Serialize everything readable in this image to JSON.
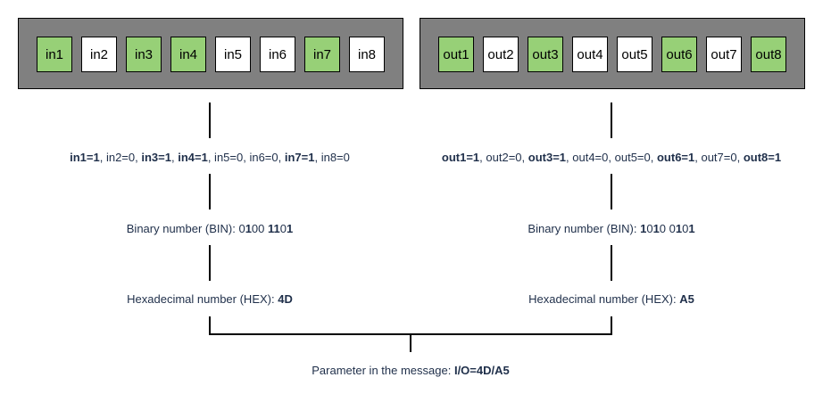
{
  "inputs": {
    "cells": [
      {
        "label": "in1",
        "value": 1
      },
      {
        "label": "in2",
        "value": 0
      },
      {
        "label": "in3",
        "value": 1
      },
      {
        "label": "in4",
        "value": 1
      },
      {
        "label": "in5",
        "value": 0
      },
      {
        "label": "in6",
        "value": 0
      },
      {
        "label": "in7",
        "value": 1
      },
      {
        "label": "in8",
        "value": 0
      }
    ],
    "bin_label": "Binary number (BIN): ",
    "bin_value": "0100 1101",
    "hex_label": "Hexadecimal number (HEX): ",
    "hex_value": "4D"
  },
  "outputs": {
    "cells": [
      {
        "label": "out1",
        "value": 1
      },
      {
        "label": "out2",
        "value": 0
      },
      {
        "label": "out3",
        "value": 1
      },
      {
        "label": "out4",
        "value": 0
      },
      {
        "label": "out5",
        "value": 0
      },
      {
        "label": "out6",
        "value": 1
      },
      {
        "label": "out7",
        "value": 0
      },
      {
        "label": "out8",
        "value": 1
      }
    ],
    "bin_label": "Binary number (BIN): ",
    "bin_value": "1010 0101",
    "hex_label": "Hexadecimal number (HEX): ",
    "hex_value": "A5"
  },
  "colors": {
    "on": "#97d077",
    "off": "#ffffff",
    "panel": "#808080",
    "text": "#1f2f4a"
  },
  "message": {
    "label": "Parameter in the message: ",
    "value": "I/O=4D/A5"
  }
}
